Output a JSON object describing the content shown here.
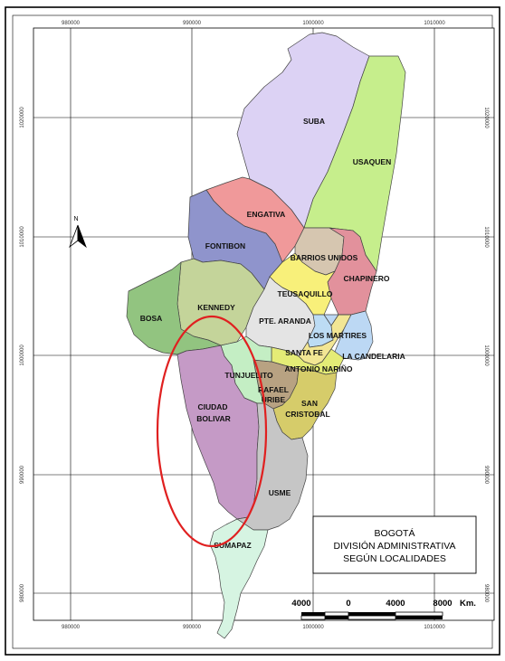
{
  "grid": {
    "x_ticks": [
      "980000",
      "990000",
      "1000000",
      "1010000"
    ],
    "y_ticks": [
      "1020000",
      "1010000",
      "1000000",
      "990000",
      "980000"
    ]
  },
  "colors": {
    "suba": "#dcd2f4",
    "usaquen": "#c6ee8c",
    "engativa": "#f0999a",
    "fontibon": "#8f94cc",
    "barrios_unidos": "#d6c6b0",
    "chapinero": "#e2919c",
    "teusaquillo": "#f8f07a",
    "kennedy": "#c4d49a",
    "bosa": "#92c480",
    "pte_aranda": "#e4e4e4",
    "los_martires": "#bcdcf4",
    "santa_fe": "#f2e694",
    "la_candelaria": "#bcd8f4",
    "antonio_narino": "#e4ec76",
    "tunjuelito": "#c4eec4",
    "rafael_uribe": "#b8a282",
    "san_cristobal": "#d6cc6a",
    "ciudad_bolivar": "#c59ac6",
    "usme": "#c6c6c6",
    "sumapaz": "#d6f4e2",
    "highlight_ellipse": "#e02020"
  },
  "localities": {
    "suba": "SUBA",
    "usaquen": "USAQUEN",
    "engativa": "ENGATIVA",
    "fontibon": "FONTIBON",
    "barrios_unidos": "BARRIOS UNIDOS",
    "chapinero": "CHAPINERO",
    "teusaquillo": "TEUSAQUILLO",
    "kennedy": "KENNEDY",
    "bosa": "BOSA",
    "pte_aranda": "PTE. ARANDA",
    "los_martires": "LOS MARTIRES",
    "santa_fe": "SANTA FE",
    "la_candelaria": "LA CANDELARIA",
    "antonio_narino": "ANTONIO NARIÑO",
    "tunjuelito": "TUNJUELITO",
    "rafael": "RAFAEL",
    "uribe": "URIBE",
    "san": "SAN",
    "cristobal": "CRISTOBAL",
    "ciudad": "CIUDAD",
    "bolivar": "BOLIVAR",
    "usme": "USME",
    "sumapaz": "SUMAPAZ"
  },
  "north_arrow": {
    "label": "N"
  },
  "title_box": {
    "line1": "BOGOTÁ",
    "line2": "DIVISIÓN ADMINISTRATIVA",
    "line3": "SEGÚN LOCALIDADES"
  },
  "scale_bar": {
    "labels": [
      "4000",
      "0",
      "4000",
      "8000"
    ],
    "unit": "Km."
  }
}
